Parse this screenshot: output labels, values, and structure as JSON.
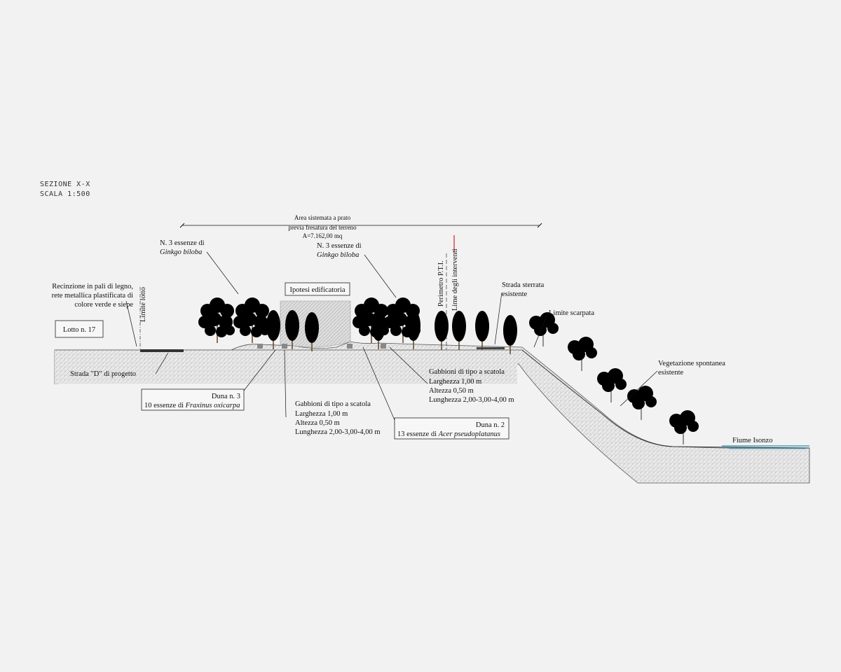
{
  "section": {
    "title": "SEZIONE X-X",
    "scale": "SCALA 1:500"
  },
  "labels": {
    "area_line1": "Area sistemata a prato",
    "area_line2": "previa fresatura del terreno",
    "area_line3": "A=7.162,00 mq",
    "ginkgo_left_1": "N. 3 essenze di",
    "ginkgo_left_2": "Ginkgo biloba",
    "ginkgo_right_1": "N. 3 essenze di",
    "ginkgo_right_2": "Ginkgo biloba",
    "recinzione_1": "Recinzione in pali di legno,",
    "recinzione_2": "rete metallica plastificata di",
    "recinzione_3": "colore verde e siepe",
    "limite_lotto": "Limite lotto",
    "lotto": "Lotto n. 17",
    "ipotesi": "Ipotesi edificatoria",
    "perimetro": "Perimetro P.T.I.",
    "limite_interventi": "Lime degli interventi",
    "strada_sterrata_1": "Strada sterrata",
    "strada_sterrata_2": "esistente",
    "limite_scarpata": "Limite scarpata",
    "strada_d": "Strada \"D\" di progetto",
    "duna3_1": "Duna n. 3",
    "duna3_2a": "10 essenze di ",
    "duna3_2b": "Fraxinus oxicarpa",
    "gabbioni_left_1": "Gabbioni di tipo a scatola",
    "gabbioni_left_2": "Larghezza 1,00 m",
    "gabbioni_left_3": "Altezza 0,50 m",
    "gabbioni_left_4": "Lunghezza 2,00-3,00-4,00 m",
    "gabbioni_right_1": "Gabbioni di tipo a scatola",
    "gabbioni_right_2": "Larghezza 1,00 m",
    "gabbioni_right_3": "Altezza 0,50 m",
    "gabbioni_right_4": "Lunghezza 2,00-3,00-4,00 m",
    "duna2_1": "Duna n. 2",
    "duna2_2a": "13 essenze di ",
    "duna2_2b": "Acer pseudoplatanus",
    "vegetazione_1": "Vegetazione spontanea",
    "vegetazione_2": "esistente",
    "fiume": "Fiume Isonzo"
  },
  "colors": {
    "ginkgo": "#27a84a",
    "conifer": "#3fb08a",
    "perimeter": "#cc2222",
    "river": "#3aa6c8"
  }
}
